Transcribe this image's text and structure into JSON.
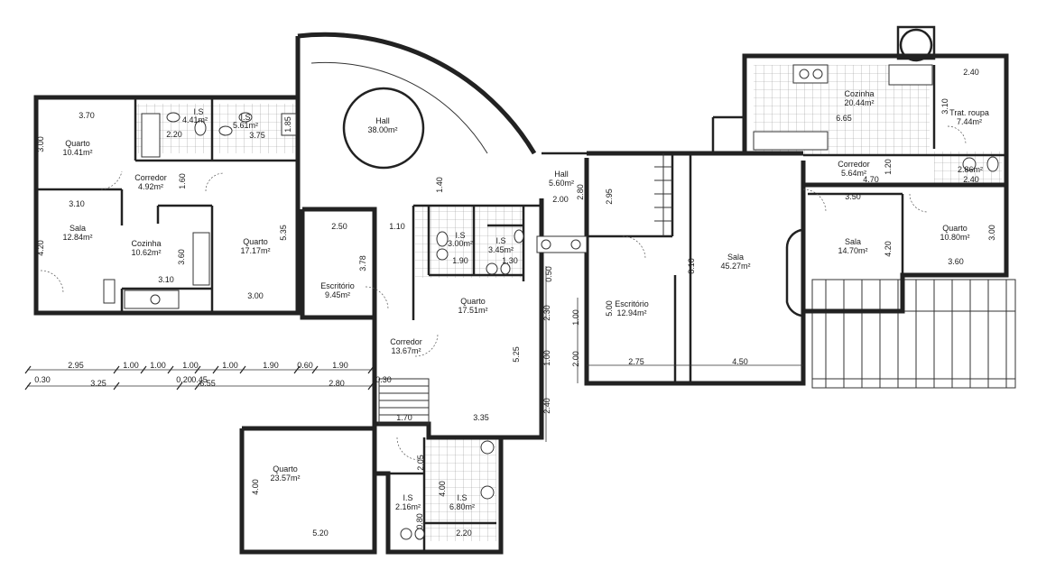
{
  "rooms": [
    {
      "name": "Quarto",
      "area": "10.41m²"
    },
    {
      "name": "I.S",
      "area": "4.41m²"
    },
    {
      "name": "I.S",
      "area": "5.61m²"
    },
    {
      "name": "Corredor",
      "area": "4.92m²"
    },
    {
      "name": "Sala",
      "area": "12.84m²"
    },
    {
      "name": "Cozinha",
      "area": "10.62m²"
    },
    {
      "name": "Quarto",
      "area": "17.17m²"
    },
    {
      "name": "Hall",
      "area": "38.00m²"
    },
    {
      "name": "Escritório",
      "area": "9.45m²"
    },
    {
      "name": "I.S",
      "area": "3.00m²"
    },
    {
      "name": "I.S",
      "area": "3.45m²"
    },
    {
      "name": "Quarto",
      "area": "17.51m²"
    },
    {
      "name": "Corredor",
      "area": "13.67m²"
    },
    {
      "name": "Quarto",
      "area": "23.57m²"
    },
    {
      "name": "I.S",
      "area": "2.16m²"
    },
    {
      "name": "I.S",
      "area": "6.80m²"
    },
    {
      "name": "Hall",
      "area": "5.60m²"
    },
    {
      "name": "Escritório",
      "area": "12.94m²"
    },
    {
      "name": "Sala",
      "area": "45.27m²"
    },
    {
      "name": "Cozinha",
      "area": "20.44m²"
    },
    {
      "name": "Trat. roupa",
      "area": "7.44m²"
    },
    {
      "name": "Corredor",
      "area": "5.64m²"
    },
    {
      "name": "",
      "area": "2.86m²"
    },
    {
      "name": "Sala",
      "area": "14.70m²"
    },
    {
      "name": "Quarto",
      "area": "10.80m²"
    }
  ],
  "dimensions": [
    "3.70",
    "3.00",
    "2.20",
    "3.75",
    "1.85",
    "1.60",
    "3.10",
    "4.20",
    "3.60",
    "3.10",
    "3.00",
    "5.35",
    "2.50",
    "1.10",
    "1.40",
    "3.78",
    "1.90",
    "1.30",
    "0.50",
    "2.30",
    "1.00",
    "5.25",
    "2.40",
    "1.70",
    "3.35",
    "2.05",
    "4.00",
    "4.00",
    "5.20",
    "2.20",
    "0.80",
    "2.00",
    "2.80",
    "2.95",
    "5.00",
    "1.00",
    "2.00",
    "2.75",
    "8.10",
    "4.50",
    "2.40",
    "3.10",
    "6.65",
    "1.20",
    "4.70",
    "2.40",
    "3.50",
    "4.20",
    "3.00",
    "3.60",
    "2.95",
    "1.00",
    "1.00",
    "1.00",
    "1.00",
    "1.90",
    "0.60",
    "1.90",
    "0.30",
    "3.25",
    "0.20",
    "6.55",
    "0.45",
    "2.80",
    "0.30"
  ]
}
